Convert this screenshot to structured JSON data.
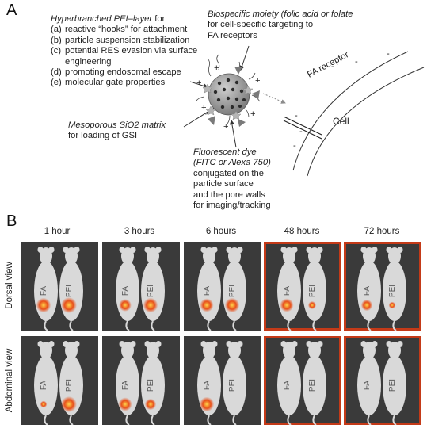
{
  "panelA": {
    "letter": "A",
    "pei_title": "Hyperbranched PEI–layer",
    "pei_title_suffix": " for",
    "pei_items": [
      {
        "key": "(a)",
        "text": "reactive “hooks” for attachment"
      },
      {
        "key": "(b)",
        "text": "particle suspension stabilization"
      },
      {
        "key": "(c)",
        "text": "potential RES evasion via surface"
      },
      {
        "key": "",
        "text": "engineering"
      },
      {
        "key": "(d)",
        "text": "promoting endosomal escape"
      },
      {
        "key": "(e)",
        "text": "molecular gate properties"
      }
    ],
    "biospecific_title": "Biospecific moiety (folic acid or folate",
    "biospecific_lines": [
      "for cell-specific targeting to",
      "FA receptors"
    ],
    "matrix_title": "Mesoporous SiO2 matrix",
    "matrix_line": "for loading of GSI",
    "dye_title_lines": [
      "Fluorescent dye",
      "(FITC or Alexa 750)"
    ],
    "dye_lines": [
      "conjugated on the",
      "particle surface",
      "and the pore walls",
      "for imaging/tracking"
    ],
    "fa_receptor": "FA receptor",
    "cell": "Cell",
    "plus": "+",
    "minus": "-",
    "colors": {
      "line": "#333333",
      "particle": "#9a9a9a",
      "triangle": "#7a7a7a",
      "arrow_dotted": "#8c8c8c"
    }
  },
  "panelB": {
    "letter": "B",
    "time_points": [
      "1 hour",
      "3 hours",
      "6 hours",
      "48 hours",
      "72 hours"
    ],
    "views": [
      "Dorsal view",
      "Abdominal view"
    ],
    "mouse_labels": {
      "left": "FA",
      "right": "PEI"
    },
    "colors": {
      "background": "#3a3a3a",
      "mouse": "#d9d9d9",
      "hot": "#e8501a",
      "hot_core": "#ffd24a",
      "border_hot": "#c43a18"
    },
    "tiles": [
      {
        "view": "Dorsal view",
        "time": "1 hour",
        "spots": [
          {
            "mouse": "FA",
            "intensity": 0.9
          },
          {
            "mouse": "PEI",
            "intensity": 1.0
          }
        ],
        "hot_border": false
      },
      {
        "view": "Dorsal view",
        "time": "3 hours",
        "spots": [
          {
            "mouse": "FA",
            "intensity": 0.7
          },
          {
            "mouse": "PEI",
            "intensity": 0.9
          }
        ],
        "hot_border": false
      },
      {
        "view": "Dorsal view",
        "time": "6 hours",
        "spots": [
          {
            "mouse": "FA",
            "intensity": 0.8
          },
          {
            "mouse": "PEI",
            "intensity": 0.9
          }
        ],
        "hot_border": false
      },
      {
        "view": "Dorsal view",
        "time": "48 hours",
        "spots": [
          {
            "mouse": "FA",
            "intensity": 0.8
          },
          {
            "mouse": "PEI",
            "intensity": 0.3
          }
        ],
        "hot_border": true
      },
      {
        "view": "Dorsal view",
        "time": "72 hours",
        "spots": [
          {
            "mouse": "FA",
            "intensity": 0.6
          },
          {
            "mouse": "PEI",
            "intensity": 0.2
          }
        ],
        "hot_border": true
      },
      {
        "view": "Abdominal view",
        "time": "1 hour",
        "spots": [
          {
            "mouse": "FA",
            "intensity": 0.2
          },
          {
            "mouse": "PEI",
            "intensity": 1.0
          }
        ],
        "hot_border": false
      },
      {
        "view": "Abdominal view",
        "time": "3 hours",
        "spots": [
          {
            "mouse": "FA",
            "intensity": 0.8
          },
          {
            "mouse": "PEI",
            "intensity": 0.6
          }
        ],
        "hot_border": false
      },
      {
        "view": "Abdominal view",
        "time": "6 hours",
        "spots": [
          {
            "mouse": "FA",
            "intensity": 0.9
          },
          {
            "mouse": "PEI",
            "intensity": 0.0
          }
        ],
        "hot_border": false
      },
      {
        "view": "Abdominal view",
        "time": "48 hours",
        "spots": [
          {
            "mouse": "FA",
            "intensity": 0.0
          },
          {
            "mouse": "PEI",
            "intensity": 0.0
          }
        ],
        "hot_border": true
      },
      {
        "view": "Abdominal view",
        "time": "72 hours",
        "spots": [
          {
            "mouse": "FA",
            "intensity": 0.0
          },
          {
            "mouse": "PEI",
            "intensity": 0.0
          }
        ],
        "hot_border": true
      }
    ]
  }
}
